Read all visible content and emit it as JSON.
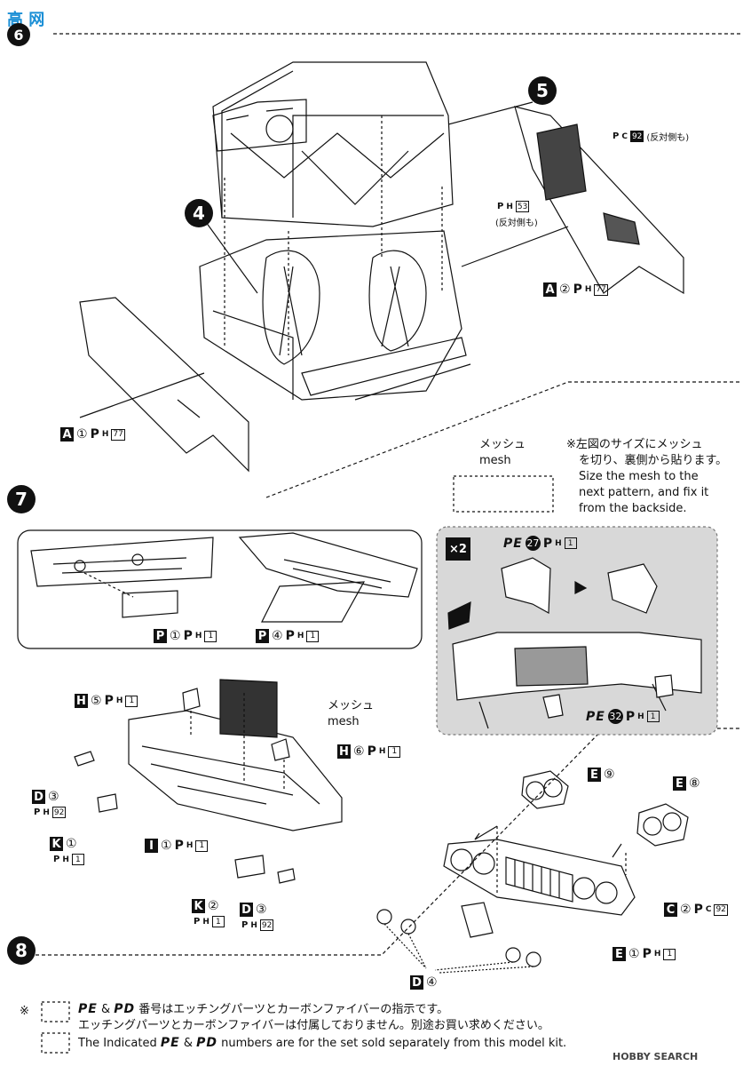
{
  "watermark_top": "高 网",
  "steps": {
    "s6": "6",
    "s7": "7",
    "s8": "8",
    "inner4": "4",
    "inner5": "5"
  },
  "step6": {
    "part_A1": {
      "letter": "A",
      "num": "①",
      "ph": "P",
      "sub": "H",
      "sheet": "77"
    },
    "part_A2": {
      "letter": "A",
      "num": "②",
      "ph": "P",
      "sub": "H",
      "sheet": "77"
    },
    "pc92": {
      "ph": "P",
      "sub": "C",
      "sheet": "92",
      "note": "(反対側も)"
    },
    "ph53": {
      "ph": "P",
      "sub": "H",
      "sheet": "53",
      "note": "(反対側も)"
    }
  },
  "mesh_note": {
    "title_jp": "メッシュ",
    "title_en": "mesh",
    "instr_jp_1": "※左図のサイズにメッシュ",
    "instr_jp_2": "を切り、裏側から貼ります。",
    "instr_en_1": "Size the mesh to the",
    "instr_en_2": "next pattern, and fix it",
    "instr_en_3": "from the backside."
  },
  "step7": {
    "P1": {
      "letter": "P",
      "num": "①",
      "ph": "P",
      "sub": "H",
      "sheet": "1"
    },
    "P4": {
      "letter": "P",
      "num": "④",
      "ph": "P",
      "sub": "H",
      "sheet": "1"
    },
    "x2": "×2",
    "pe27": {
      "pe": "PE",
      "num": "27",
      "ph": "P",
      "sub": "H",
      "sheet": "1"
    },
    "pe32": {
      "pe": "PE",
      "num": "32",
      "ph": "P",
      "sub": "H",
      "sheet": "1"
    },
    "H5": {
      "letter": "H",
      "num": "⑤",
      "ph": "P",
      "sub": "H",
      "sheet": "1"
    },
    "H6": {
      "letter": "H",
      "num": "⑥",
      "ph": "P",
      "sub": "H",
      "sheet": "1"
    },
    "mesh_jp": "メッシュ",
    "mesh_en": "mesh",
    "D3a": {
      "letter": "D",
      "num": "③",
      "ph": "P",
      "sub": "H",
      "sheet": "92"
    },
    "K1": {
      "letter": "K",
      "num": "①",
      "ph": "P",
      "sub": "H",
      "sheet": "1"
    },
    "I1": {
      "letter": "I",
      "num": "①",
      "ph": "P",
      "sub": "H",
      "sheet": "1"
    },
    "K2": {
      "letter": "K",
      "num": "②",
      "ph": "P",
      "sub": "H",
      "sheet": "1"
    },
    "D3b": {
      "letter": "D",
      "num": "③",
      "ph": "P",
      "sub": "H",
      "sheet": "92"
    }
  },
  "step8": {
    "E9": {
      "letter": "E",
      "num": "⑨"
    },
    "E8": {
      "letter": "E",
      "num": "⑧"
    },
    "C2": {
      "letter": "C",
      "num": "②",
      "ph": "P",
      "sub": "C",
      "sheet": "92"
    },
    "E1": {
      "letter": "E",
      "num": "①",
      "ph": "P",
      "sub": "H",
      "sheet": "1"
    },
    "D4": {
      "letter": "D",
      "num": "④"
    }
  },
  "footer": {
    "mark": "※",
    "line1_pre": "PE",
    "line1_amp": "&",
    "line1_pd": "PD",
    "line1_text": "番号はエッチングパーツとカーボンファイバーの指示です。",
    "line2": "エッチングパーツとカーボンファイバーは付属しておりません。別途お買い求めください。",
    "line3_pre": "The Indicated",
    "line3_post": "numbers are for the set sold separately from this model kit.",
    "brand": "HOBBY SEARCH"
  }
}
